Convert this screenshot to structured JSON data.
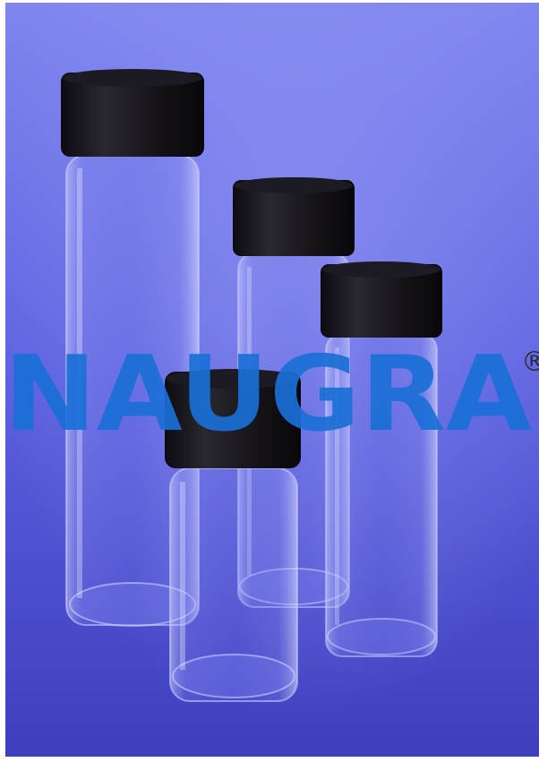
{
  "photo": {
    "subject": "glass-vials-with-black-screw-caps",
    "vial_count": 4,
    "colors": {
      "background_top": "#7f86ee",
      "background_mid": "#5b60df",
      "background_bottom": "#3e3fbd",
      "cap": "#141216",
      "cap_highlight": "#2a2830",
      "glass_edge": "#c9ccff",
      "glass_fill": "#6a70e6"
    }
  },
  "watermark": {
    "brand": "NAUGRA",
    "registered_mark": "®",
    "color": "#1a6fd6",
    "registered_color": "#2a2a3a"
  }
}
